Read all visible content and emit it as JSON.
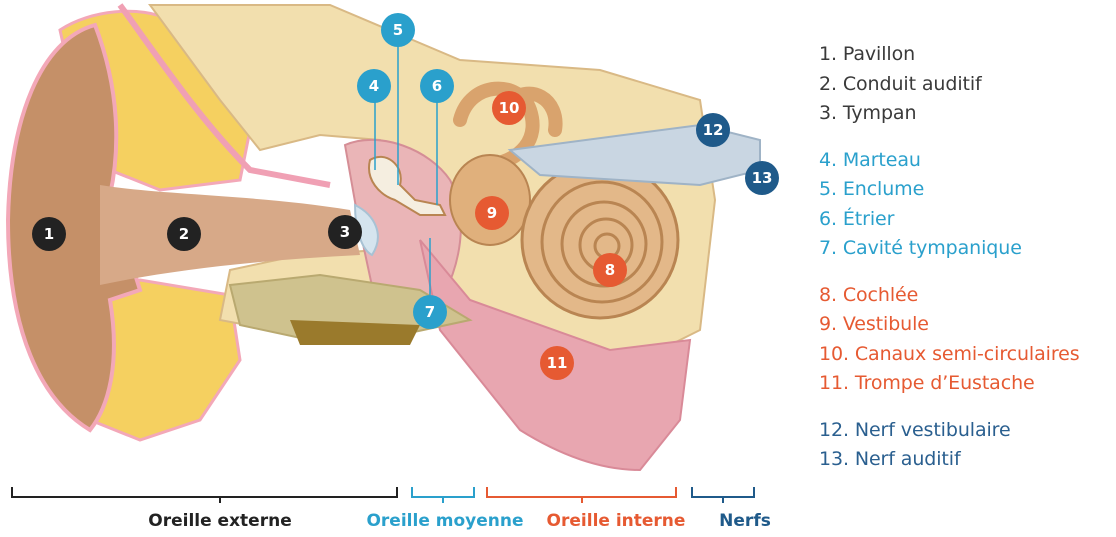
{
  "colors": {
    "external": "#222222",
    "middle": "#2aa0cc",
    "internal": "#e65a32",
    "nerves": "#1f5a8a"
  },
  "markers": [
    "1",
    "2",
    "3",
    "4",
    "5",
    "6",
    "7",
    "8",
    "9",
    "10",
    "11",
    "12",
    "13"
  ],
  "legend": {
    "external": [
      "1. Pavillon",
      "2. Conduit auditif",
      "3. Tympan"
    ],
    "middle": [
      "4. Marteau",
      "5. Enclume",
      "6. Étrier",
      "7. Cavité tympanique"
    ],
    "internal": [
      "8. Cochlée",
      "9. Vestibule",
      "10. Canaux semi-circulaires",
      "11. Trompe d’Eustache"
    ],
    "nerves": [
      "12. Nerf vestibulaire",
      "13. Nerf auditif"
    ]
  },
  "brackets": {
    "external": "Oreille externe",
    "middle": "Oreille moyenne",
    "internal": "Oreille interne",
    "nerves": "Nerfs"
  }
}
